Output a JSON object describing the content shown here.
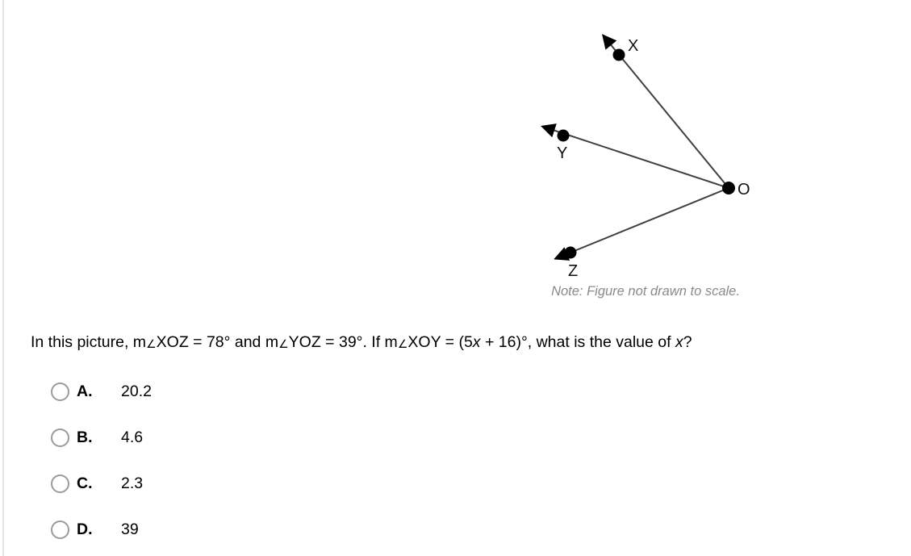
{
  "figure": {
    "labels": {
      "X": "X",
      "Y": "Y",
      "Z": "Z",
      "O": "O"
    },
    "note": "Note: Figure not drawn to scale.",
    "line_color": "#3f3f3f",
    "point_color": "#000000"
  },
  "question": {
    "part1": "In this picture, m",
    "angle1": "∠",
    "part2": "XOZ = 78° and m",
    "angle2": "∠",
    "part3": "YOZ = 39°. If m",
    "angle3": "∠",
    "part4": "XOY = (5",
    "var1": "x",
    "part5": " + 16)°, what is the value of ",
    "var2": "x",
    "part6": "?"
  },
  "options": [
    {
      "letter": "A.",
      "value": "20.2"
    },
    {
      "letter": "B.",
      "value": "4.6"
    },
    {
      "letter": "C.",
      "value": "2.3"
    },
    {
      "letter": "D.",
      "value": "39"
    }
  ],
  "colors": {
    "text": "#000000",
    "note_gray": "#8a8a8a",
    "radio_border": "#9b9b9b",
    "left_border": "#e3e3e3"
  }
}
